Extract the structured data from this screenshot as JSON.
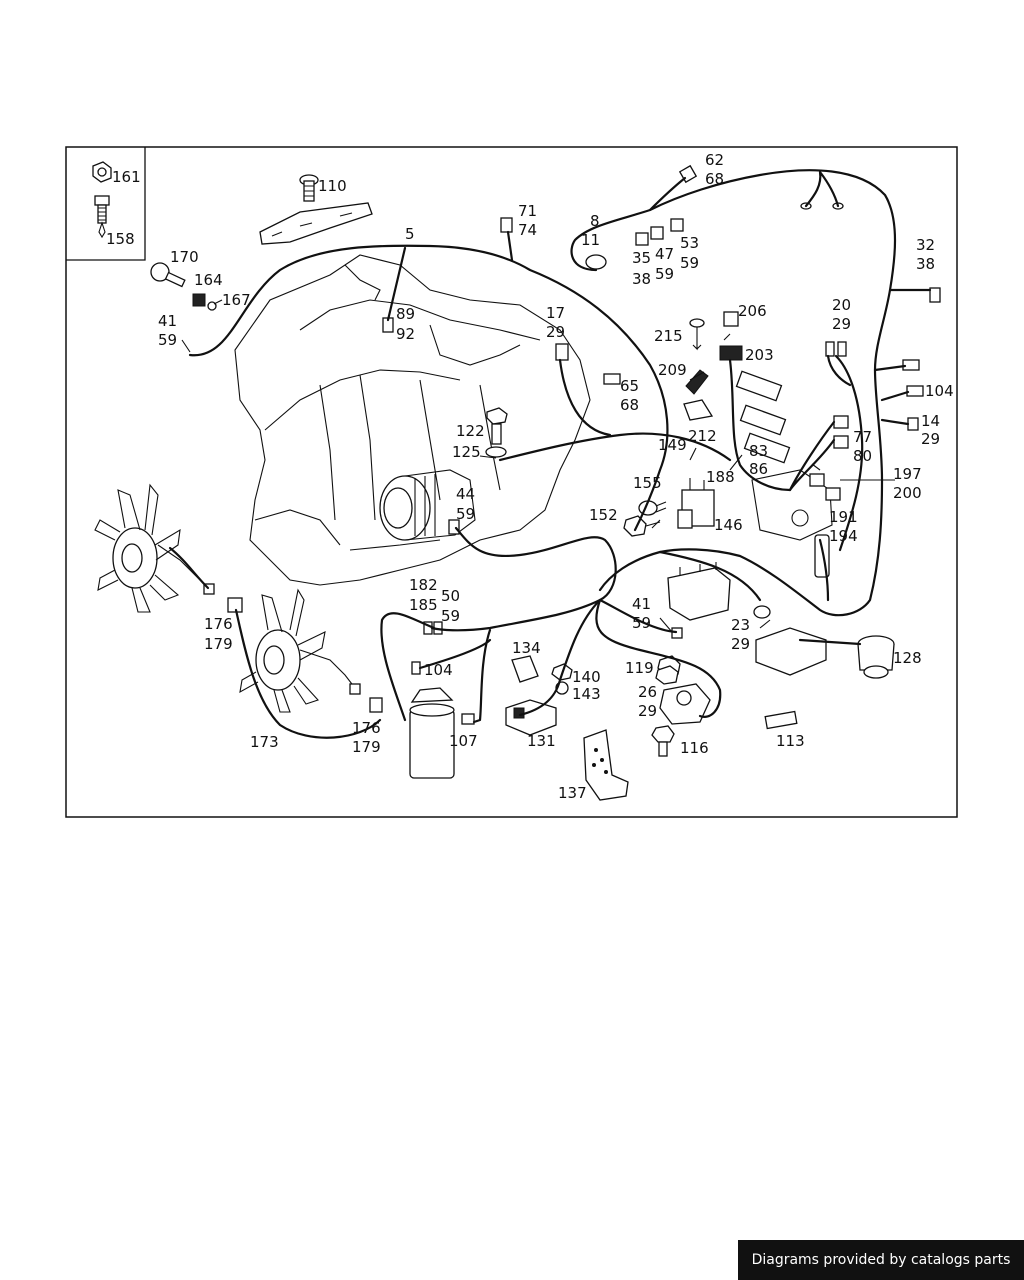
{
  "footer": {
    "text": "Diagrams provided by catalogs parts"
  },
  "callouts": [
    {
      "id": "161",
      "text": "161"
    },
    {
      "id": "158",
      "text": "158"
    },
    {
      "id": "110",
      "text": "110"
    },
    {
      "id": "5",
      "text": "5"
    },
    {
      "id": "71",
      "text": "71"
    },
    {
      "id": "74",
      "text": "74"
    },
    {
      "id": "8",
      "text": "8"
    },
    {
      "id": "11",
      "text": "11"
    },
    {
      "id": "35",
      "text": "35"
    },
    {
      "id": "38a",
      "text": "38"
    },
    {
      "id": "47",
      "text": "47"
    },
    {
      "id": "59a",
      "text": "59"
    },
    {
      "id": "53",
      "text": "53"
    },
    {
      "id": "59b",
      "text": "59"
    },
    {
      "id": "62",
      "text": "62"
    },
    {
      "id": "68a",
      "text": "68"
    },
    {
      "id": "32",
      "text": "32"
    },
    {
      "id": "38b",
      "text": "38"
    },
    {
      "id": "170",
      "text": "170"
    },
    {
      "id": "164",
      "text": "164"
    },
    {
      "id": "167",
      "text": "167"
    },
    {
      "id": "41a",
      "text": "41"
    },
    {
      "id": "59c",
      "text": "59"
    },
    {
      "id": "89",
      "text": "89"
    },
    {
      "id": "92",
      "text": "92"
    },
    {
      "id": "17",
      "text": "17"
    },
    {
      "id": "29a",
      "text": "29"
    },
    {
      "id": "215",
      "text": "215"
    },
    {
      "id": "206",
      "text": "206"
    },
    {
      "id": "203",
      "text": "203"
    },
    {
      "id": "20",
      "text": "20"
    },
    {
      "id": "29b",
      "text": "29"
    },
    {
      "id": "209",
      "text": "209"
    },
    {
      "id": "65",
      "text": "65"
    },
    {
      "id": "68b",
      "text": "68"
    },
    {
      "id": "104a",
      "text": "104"
    },
    {
      "id": "14",
      "text": "14"
    },
    {
      "id": "29c",
      "text": "29"
    },
    {
      "id": "122",
      "text": "122"
    },
    {
      "id": "125",
      "text": "125"
    },
    {
      "id": "212",
      "text": "212"
    },
    {
      "id": "149",
      "text": "149"
    },
    {
      "id": "77",
      "text": "77"
    },
    {
      "id": "80",
      "text": "80"
    },
    {
      "id": "83",
      "text": "83"
    },
    {
      "id": "86",
      "text": "86"
    },
    {
      "id": "188",
      "text": "188"
    },
    {
      "id": "155",
      "text": "155"
    },
    {
      "id": "197",
      "text": "197"
    },
    {
      "id": "200",
      "text": "200"
    },
    {
      "id": "44",
      "text": "44"
    },
    {
      "id": "59d",
      "text": "59"
    },
    {
      "id": "152",
      "text": "152"
    },
    {
      "id": "146",
      "text": "146"
    },
    {
      "id": "191",
      "text": "191"
    },
    {
      "id": "194",
      "text": "194"
    },
    {
      "id": "182",
      "text": "182"
    },
    {
      "id": "185",
      "text": "185"
    },
    {
      "id": "50",
      "text": "50"
    },
    {
      "id": "59e",
      "text": "59"
    },
    {
      "id": "176a",
      "text": "176"
    },
    {
      "id": "179a",
      "text": "179"
    },
    {
      "id": "41b",
      "text": "41"
    },
    {
      "id": "59f",
      "text": "59"
    },
    {
      "id": "23",
      "text": "23"
    },
    {
      "id": "29d",
      "text": "29"
    },
    {
      "id": "128",
      "text": "128"
    },
    {
      "id": "134",
      "text": "134"
    },
    {
      "id": "104b",
      "text": "104"
    },
    {
      "id": "119",
      "text": "119"
    },
    {
      "id": "140",
      "text": "140"
    },
    {
      "id": "143",
      "text": "143"
    },
    {
      "id": "26",
      "text": "26"
    },
    {
      "id": "29e",
      "text": "29"
    },
    {
      "id": "176b",
      "text": "176"
    },
    {
      "id": "179b",
      "text": "179"
    },
    {
      "id": "173",
      "text": "173"
    },
    {
      "id": "107",
      "text": "107"
    },
    {
      "id": "131",
      "text": "131"
    },
    {
      "id": "116",
      "text": "116"
    },
    {
      "id": "113",
      "text": "113"
    },
    {
      "id": "137",
      "text": "137"
    }
  ]
}
